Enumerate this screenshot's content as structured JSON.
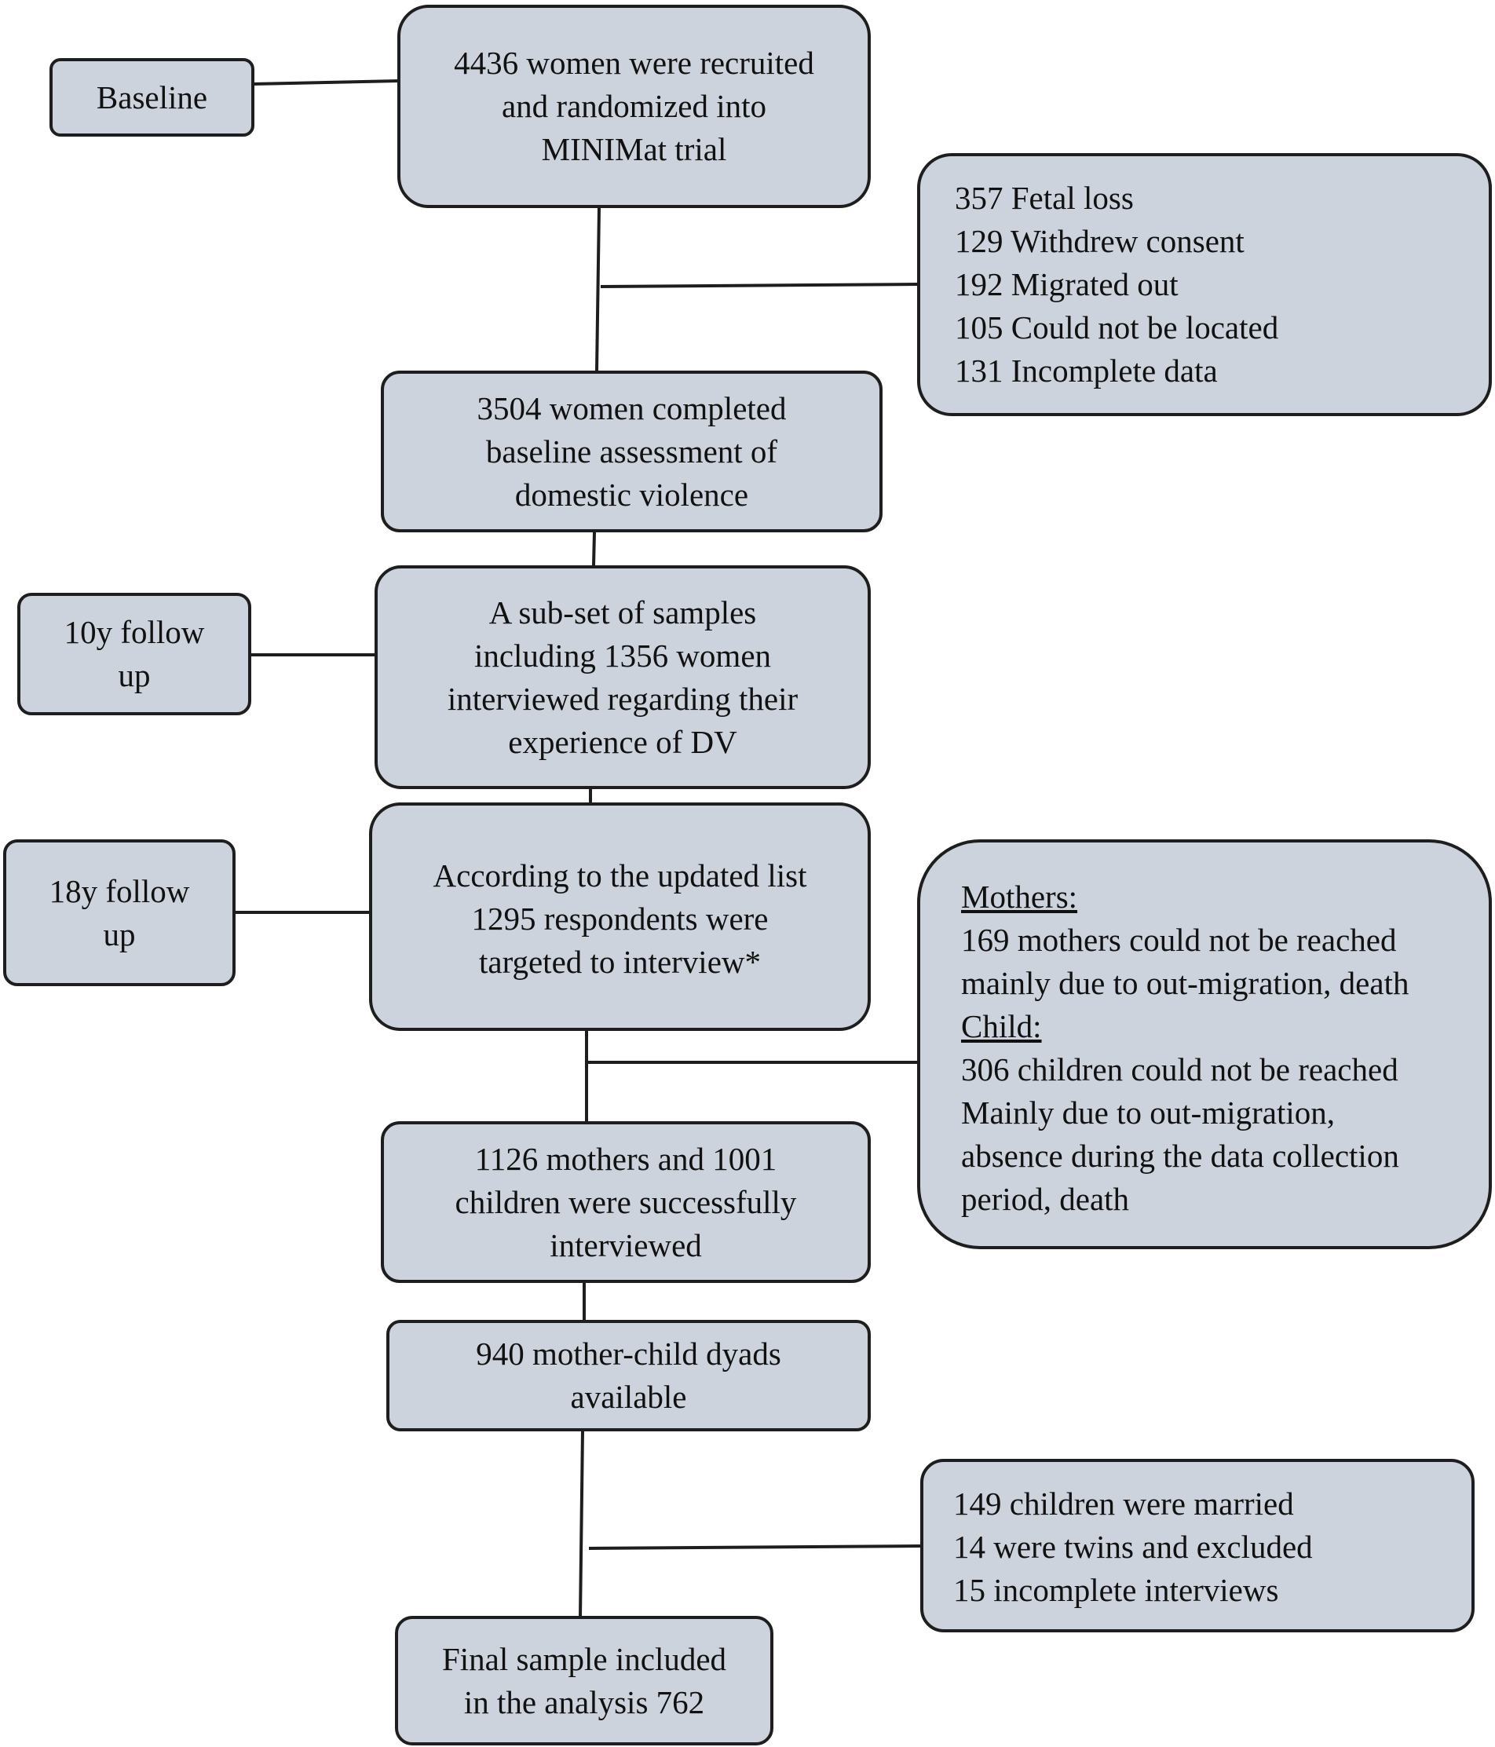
{
  "stages": {
    "baseline": "Baseline",
    "followup_10y": [
      "10y follow",
      "up"
    ],
    "followup_18y": [
      "18y follow",
      "up"
    ]
  },
  "boxes": {
    "recruited": [
      "4436 women were recruited",
      "and randomized into",
      "MINIMat trial"
    ],
    "exclusions_baseline": [
      "357 Fetal loss",
      "129 Withdrew consent",
      "192 Migrated out",
      "105 Could not be located",
      "131 Incomplete data"
    ],
    "baseline_assessment": [
      "3504 women completed",
      "baseline assessment of",
      "domestic violence"
    ],
    "subset": [
      "A sub-set of samples",
      "including 1356 women",
      "interviewed regarding their",
      "experience of DV"
    ],
    "targeted": [
      "According to the updated list",
      "1295 respondents were",
      "targeted to interview*"
    ],
    "lost_followup": {
      "mothers_heading": "Mothers:",
      "mothers_lines": [
        "169 mothers could not be reached",
        "mainly due to out-migration, death"
      ],
      "child_heading": "Child:",
      "child_lines": [
        "306 children could not be reached",
        "Mainly due to out-migration,",
        "absence during the data collection",
        "period, death"
      ]
    },
    "interviewed": [
      "1126 mothers and 1001",
      "children were successfully",
      "interviewed"
    ],
    "dyads": [
      "940 mother-child dyads",
      "available"
    ],
    "exclusions_final": [
      "149 children were married",
      "14 were twins and excluded",
      "15 incomplete interviews"
    ],
    "final": [
      "Final sample included",
      "in the analysis 762"
    ]
  }
}
